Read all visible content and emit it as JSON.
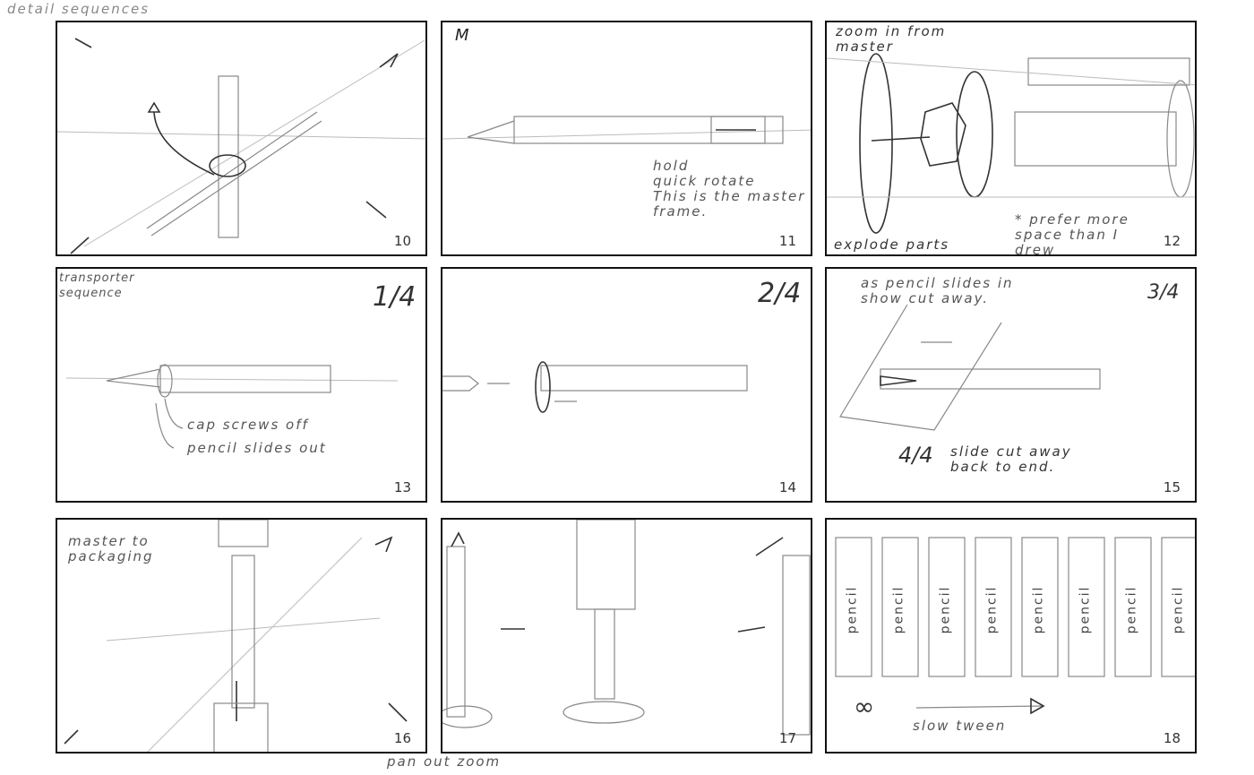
{
  "page_title": "detail sequences",
  "footer_note": "pan out zoom",
  "panels": [
    {
      "number": "10"
    },
    {
      "number": "11",
      "corner_mark": "M",
      "note": "hold\nquick rotate\nThis is the master\n  frame."
    },
    {
      "number": "12",
      "title": "zoom in from\nmaster",
      "caption": "explode parts",
      "note": "* prefer more\n space than I\n  drew"
    },
    {
      "number": "13",
      "title": "transporter\nsequence",
      "fraction": "1/4",
      "note1": "cap screws off",
      "note2": "pencil slides out"
    },
    {
      "number": "14",
      "fraction": "2/4"
    },
    {
      "number": "15",
      "title": "as pencil slides in\n show cut away.",
      "fraction": "3/4",
      "fraction2": "4/4",
      "note": "slide cut away\nback to end."
    },
    {
      "number": "16",
      "title": "master to\npackaging"
    },
    {
      "number": "17"
    },
    {
      "number": "18",
      "label": "pencil",
      "symbol": "∞",
      "note": "slow tween"
    }
  ]
}
